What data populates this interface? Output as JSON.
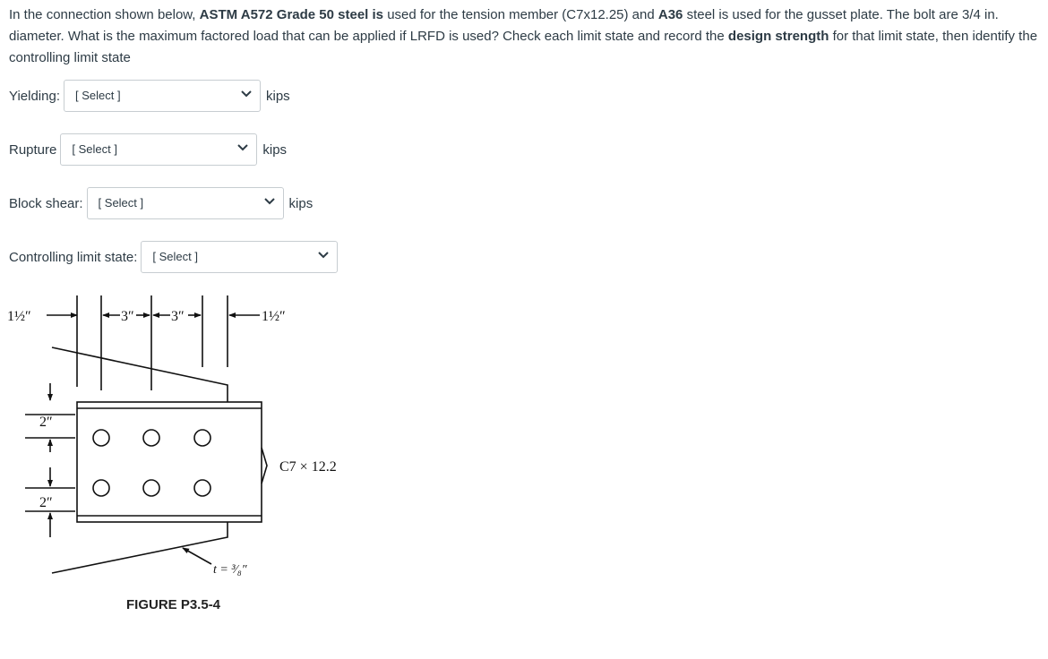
{
  "question": {
    "p1": "In the connection shown below, ",
    "b1": "ASTM A572 Grade 50 steel is",
    "p2": " used for the tension member (C7x12.25) and ",
    "b2": "A36",
    "p3": " steel is used for the gusset plate.  The bolt are 3/4 in. diameter. What is the maximum factored load that can be applied if LRFD is used?  Check each limit state and record the ",
    "b3": "design strength",
    "p4": " for that limit state, then identify the controlling limit state"
  },
  "fields": {
    "yielding": {
      "label": "Yielding:",
      "value": "[ Select ]",
      "unit": "kips"
    },
    "rupture": {
      "label": "Rupture",
      "value": "[ Select ]",
      "unit": "kips"
    },
    "block_shear": {
      "label": "Block shear:",
      "value": "[ Select ]",
      "unit": "kips"
    },
    "controlling": {
      "label": "Controlling limit state:",
      "value": "[ Select ]"
    }
  },
  "figure": {
    "dim_left": "1½″",
    "dim_pitch_1": "3″",
    "dim_pitch_2": "3″",
    "dim_right": "1½″",
    "dim_gage_1": "2″",
    "dim_gage_2": "2″",
    "member_label": "C7 × 12.2",
    "thickness_label": "t = ³⁄₈″",
    "caption": "FIGURE P3.5-4"
  }
}
